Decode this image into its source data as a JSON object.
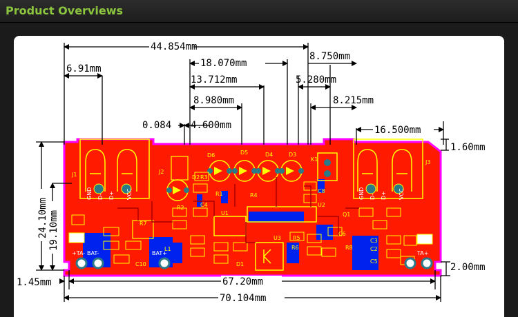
{
  "header": {
    "title": "Product Overviews"
  },
  "dimensions": {
    "top": [
      "44.854mm",
      "18.070mm",
      "8.750mm",
      "6.91mm",
      "13.712mm",
      "5.280mm",
      "8.980mm",
      "8.215mm",
      "0.084",
      "4.600mm",
      "16.500mm",
      "1.60mm"
    ],
    "left": [
      "24.10mm",
      "19.10mm"
    ],
    "bottom": [
      "1.45mm",
      "67.20mm",
      "70.104mm",
      "2.00mm"
    ]
  },
  "board_labels": {
    "refdes": [
      "D6",
      "D5",
      "D4",
      "D3",
      "J2",
      "J1",
      "J3",
      "D2",
      "R3",
      "R2",
      "C4",
      "R1",
      "R4",
      "U1",
      "U2",
      "U3",
      "C8",
      "C6",
      "R6",
      "R5",
      "R8",
      "C3",
      "C2",
      "C5",
      "R7",
      "L1",
      "C10",
      "K1",
      "D1",
      "Q1"
    ],
    "pins": [
      "GND",
      "D-",
      "D+",
      "VCC",
      "GND",
      "D-",
      "D+",
      "VCC"
    ],
    "port_marks": [
      "+TA-",
      "BAT-",
      "BAT+",
      "TA+"
    ]
  },
  "colors": {
    "board": "#ff1a00",
    "outline": "#ff00ff",
    "pads": "#0000ff",
    "silk": "#ffff00",
    "accent": "#8cc63f"
  }
}
